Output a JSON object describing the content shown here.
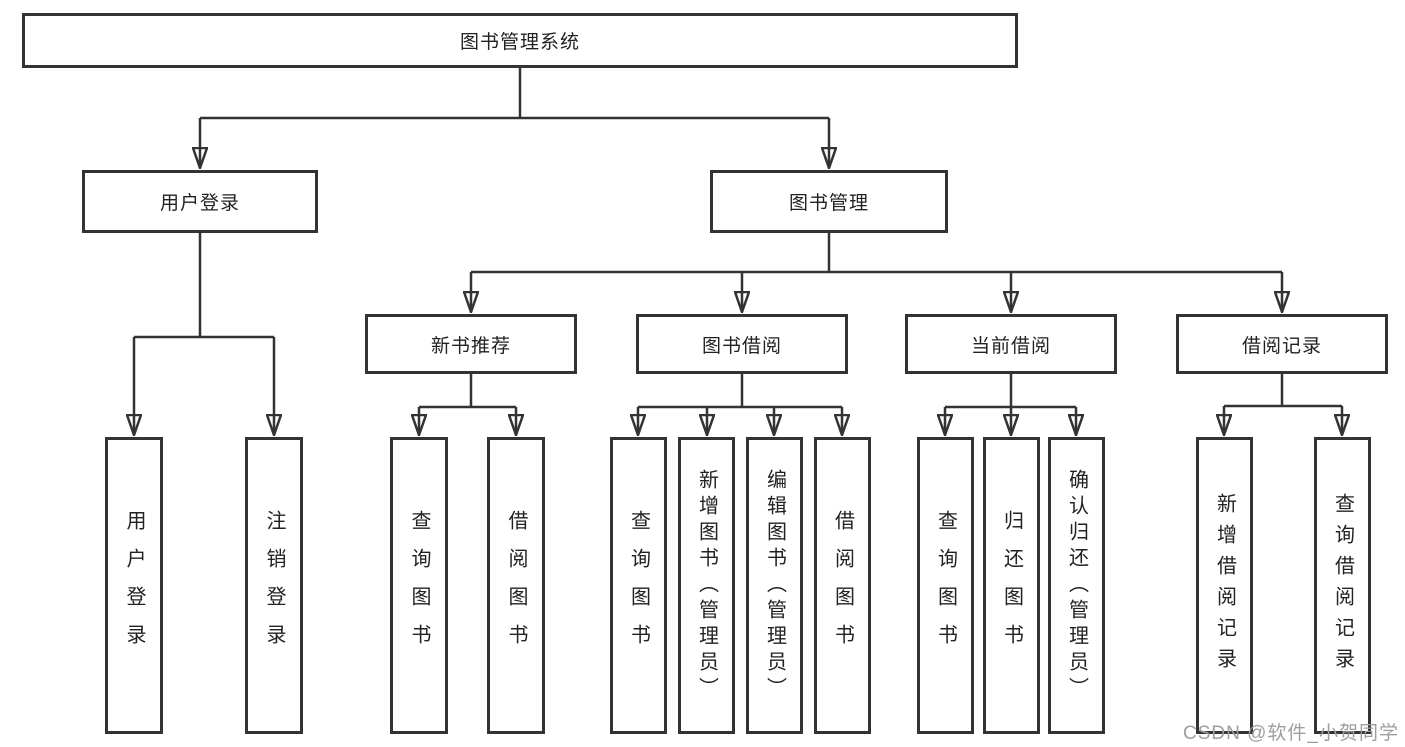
{
  "diagram": {
    "title": "图书管理系统",
    "tree": {
      "label": "图书管理系统",
      "children": [
        {
          "label": "用户登录",
          "children": [
            {
              "label": "用户登录"
            },
            {
              "label": "注销登录"
            }
          ]
        },
        {
          "label": "图书管理",
          "children": [
            {
              "label": "新书推荐",
              "children": [
                {
                  "label": "查询图书"
                },
                {
                  "label": "借阅图书"
                }
              ]
            },
            {
              "label": "图书借阅",
              "children": [
                {
                  "label": "查询图书"
                },
                {
                  "label": "新增图书（管理员）"
                },
                {
                  "label": "编辑图书（管理员）"
                },
                {
                  "label": "借阅图书"
                }
              ]
            },
            {
              "label": "当前借阅",
              "children": [
                {
                  "label": "查询图书"
                },
                {
                  "label": "归还图书"
                },
                {
                  "label": "确认归还（管理员）"
                }
              ]
            },
            {
              "label": "借阅记录",
              "children": [
                {
                  "label": "新增借阅记录"
                },
                {
                  "label": "查询借阅记录"
                }
              ]
            }
          ]
        }
      ]
    },
    "watermark": "CSDN @软件_小贺同学",
    "colors": {
      "line": "#333333",
      "box_border": "#333333",
      "text": "#222222",
      "watermark": "#9e9e9e",
      "background": "#ffffff"
    }
  }
}
